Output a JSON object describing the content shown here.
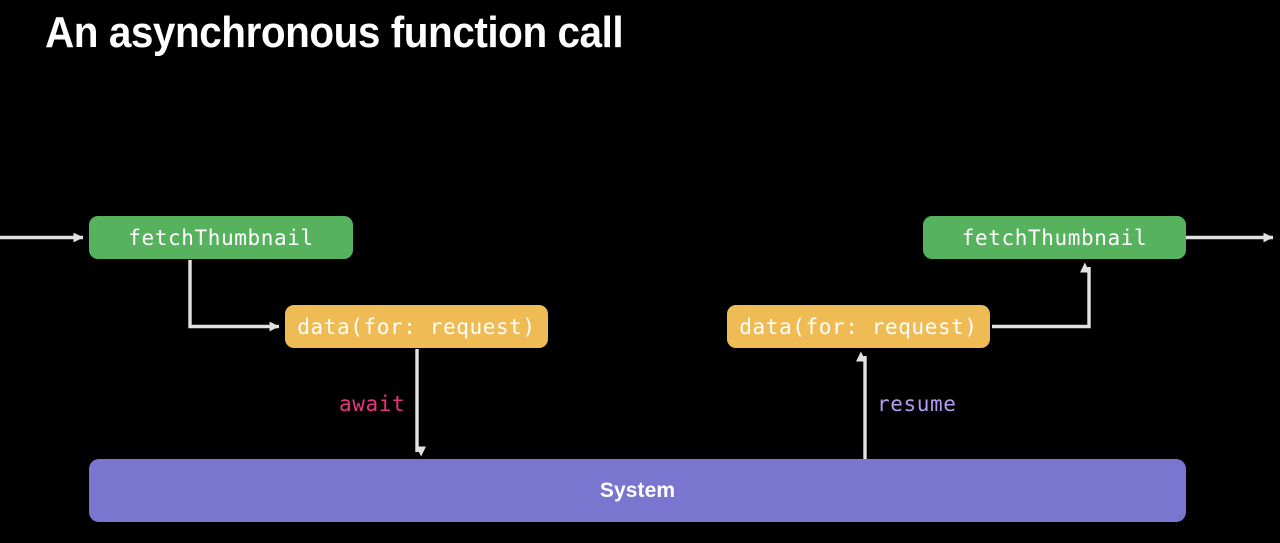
{
  "slide": {
    "title": "An asynchronous function call",
    "background_color": "#000000"
  },
  "palette": {
    "function_box": "#57b25d",
    "call_box": "#eebb55",
    "system_box": "#7a76cf",
    "arrow": "#e2e2e2",
    "await_label": "#e8357f",
    "resume_label": "#b49bf0",
    "text": "#ffffff"
  },
  "diagram": {
    "nodes": {
      "fetch_left": {
        "label": "fetchThumbnail",
        "kind": "function"
      },
      "call_left": {
        "label": "data(for: request)",
        "kind": "call"
      },
      "fetch_right": {
        "label": "fetchThumbnail",
        "kind": "function"
      },
      "call_right": {
        "label": "data(for: request)",
        "kind": "call"
      },
      "system": {
        "label": "System",
        "kind": "system"
      }
    },
    "edges": [
      {
        "name": "entry",
        "label": ""
      },
      {
        "name": "fetch-left-to-call-left",
        "label": ""
      },
      {
        "name": "call-left-to-system",
        "label": "await"
      },
      {
        "name": "system-to-call-right",
        "label": "resume"
      },
      {
        "name": "call-right-to-fetch-right",
        "label": ""
      },
      {
        "name": "exit",
        "label": ""
      }
    ],
    "labels": {
      "await": "await",
      "resume": "resume"
    }
  }
}
